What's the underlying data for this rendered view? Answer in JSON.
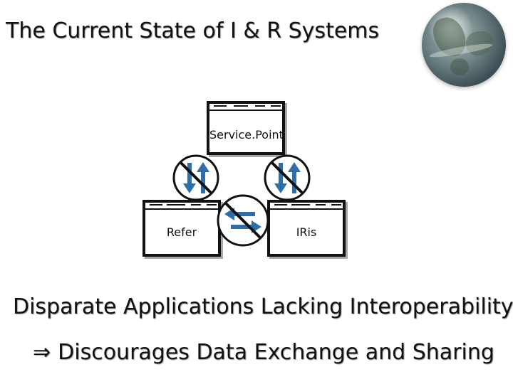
{
  "slide": {
    "title": "The Current State of I & R Systems",
    "statement": "Disparate Applications Lacking Interoperability",
    "consequence_symbol": "⇒",
    "consequence": "Discourages Data Exchange and Sharing"
  },
  "diagram": {
    "systems": [
      "Service.Point",
      "Refer",
      "IRis"
    ],
    "link_status": "blocked",
    "colors": {
      "arrow": "#2f6fa8",
      "frame": "#111111",
      "shadow": "#a8a8a8"
    }
  },
  "decor": {
    "globe_icon": "globe-icon"
  }
}
